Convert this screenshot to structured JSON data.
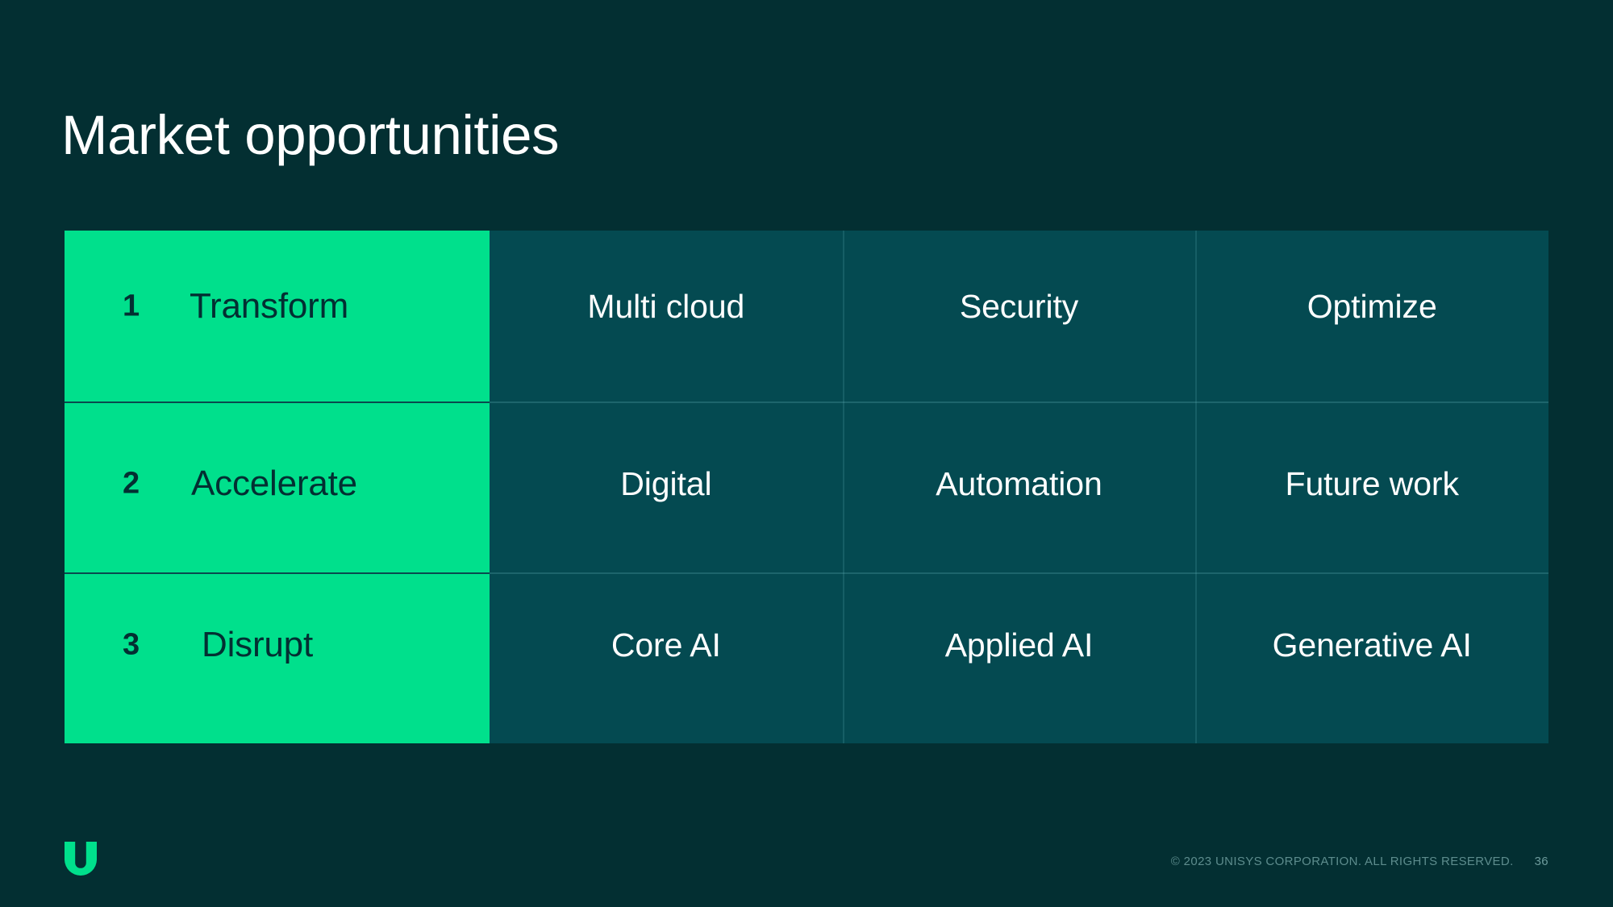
{
  "slide": {
    "title": "Market opportunities",
    "background_color": "#032f32",
    "accent_color": "#00e08c",
    "cell_color": "#044a51"
  },
  "matrix": {
    "rows": [
      {
        "number": "1",
        "title": "Transform",
        "items": [
          "Multi cloud",
          "Security",
          "Optimize"
        ]
      },
      {
        "number": "2",
        "title": "Accelerate",
        "items": [
          "Digital",
          "Automation",
          "Future work"
        ]
      },
      {
        "number": "3",
        "title": "Disrupt",
        "items": [
          "Core AI",
          "Applied AI",
          "Generative AI"
        ]
      }
    ]
  },
  "footer": {
    "logo_name": "unisys-u-logo",
    "copyright": "© 2023 UNISYS CORPORATION. ALL RIGHTS RESERVED.",
    "page_number": "36"
  }
}
